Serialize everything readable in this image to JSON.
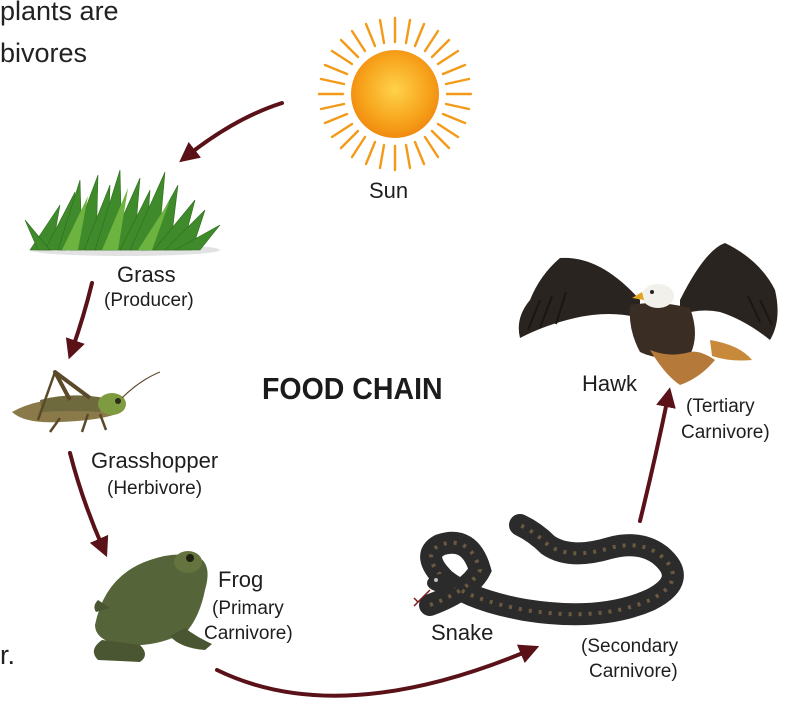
{
  "fragments": {
    "line1": "plants are",
    "line2": "bivores",
    "line3": "r."
  },
  "title": "FOOD CHAIN",
  "nodes": {
    "sun": {
      "label": "Sun"
    },
    "grass": {
      "label": "Grass",
      "role": "(Producer)"
    },
    "grasshopper": {
      "label": "Grasshopper",
      "role": "(Herbivore)"
    },
    "frog": {
      "label": "Frog",
      "role_line1": "(Primary",
      "role_line2": "Carnivore)"
    },
    "snake": {
      "label": "Snake",
      "role_line1": "(Secondary",
      "role_line2": "Carnivore)"
    },
    "hawk": {
      "label": "Hawk",
      "role_line1": "(Tertiary",
      "role_line2": "Carnivore)"
    }
  },
  "colors": {
    "arrow": "#5a1218",
    "sun": "#f7a21b",
    "grass": "#3f8a2a"
  }
}
